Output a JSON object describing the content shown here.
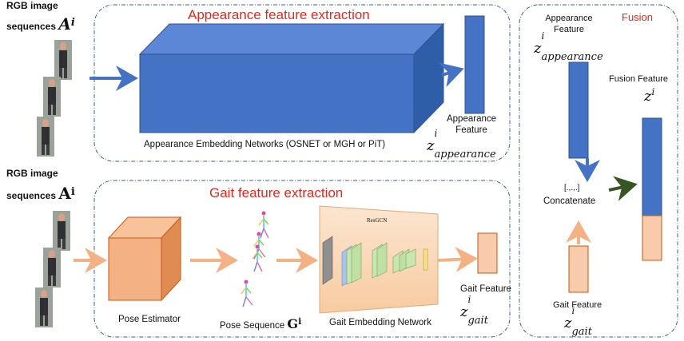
{
  "top_left": {
    "line1": "RGB image",
    "line2": "sequences",
    "symbol": "A",
    "sup": "i"
  },
  "bottom_left": {
    "line1": "RGB image",
    "line2": "sequences",
    "symbol": "A",
    "sup": "i"
  },
  "appearance_panel": {
    "title": "Appearance feature extraction",
    "network_label": "Appearance Embedding Networks (OSNET or MGH or PiT)",
    "feature_label_1": "Appearance",
    "feature_label_2": "Feature",
    "feature_symbol": "z",
    "feature_sup": "i",
    "feature_sub": "appearance"
  },
  "gait_panel": {
    "title": "Gait feature extraction",
    "pose_estimator_label": "Pose Estimator",
    "pose_sequence_label": "Pose Sequence",
    "pose_sequence_symbol": "G",
    "pose_sequence_sup": "i",
    "network_title": "ResGCN",
    "network_label": "Gait Embedding Network",
    "feature_label": "Gait Feature",
    "feature_symbol": "z",
    "feature_sup": "i",
    "feature_sub": "gait"
  },
  "fusion_panel": {
    "title": "Fusion",
    "appearance_label_1": "Appearance",
    "appearance_label_2": "Feature",
    "appearance_symbol": "z",
    "appearance_sup": "i",
    "appearance_sub": "appearance",
    "fusion_label": "Fusion Feature",
    "fusion_symbol": "z",
    "fusion_sup": "i",
    "concat_symbol": "[.,.,.]",
    "concat_label": "Concatenate",
    "gait_label": "Gait Feature",
    "gait_symbol": "z",
    "gait_sup": "i",
    "gait_sub": "gait"
  },
  "colors": {
    "blue": "#4472c4",
    "peach": "#f8cbad",
    "orange_box": "#f4b183",
    "arrow_orange": "#f4b183",
    "arrow_green": "#375623",
    "title_red": "#e8261d",
    "panel_border": "#3d5f8f"
  }
}
